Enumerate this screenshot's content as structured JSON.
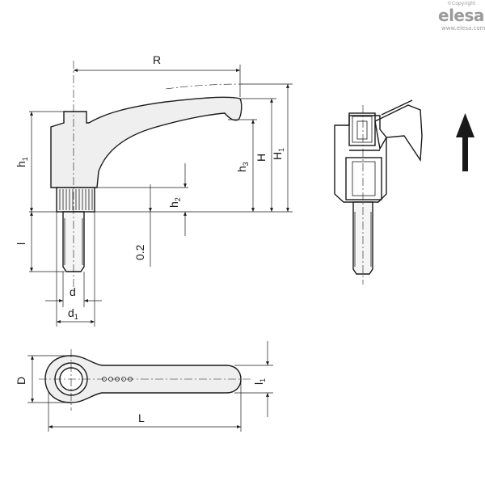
{
  "brand": {
    "copyright": "©Copyright",
    "name": "elesa",
    "url": "www.elesa.com"
  },
  "dimensions": {
    "R": "R",
    "h1_base": "h",
    "h1_sub": "1",
    "h2_base": "h",
    "h2_sub": "2",
    "h3_base": "h",
    "h3_sub": "3",
    "H": "H",
    "H1_base": "H",
    "H1_sub": "1",
    "l": "l",
    "d": "d",
    "d1_base": "d",
    "d1_sub": "1",
    "clearance": "0.2",
    "D": "D",
    "L": "L",
    "l1_base": "l",
    "l1_sub": "1"
  },
  "icons": {
    "direction": "arrow-up-icon"
  },
  "colors": {
    "line": "#1a1a1a",
    "body": "#efefef",
    "brand": "#9a9a9a"
  }
}
